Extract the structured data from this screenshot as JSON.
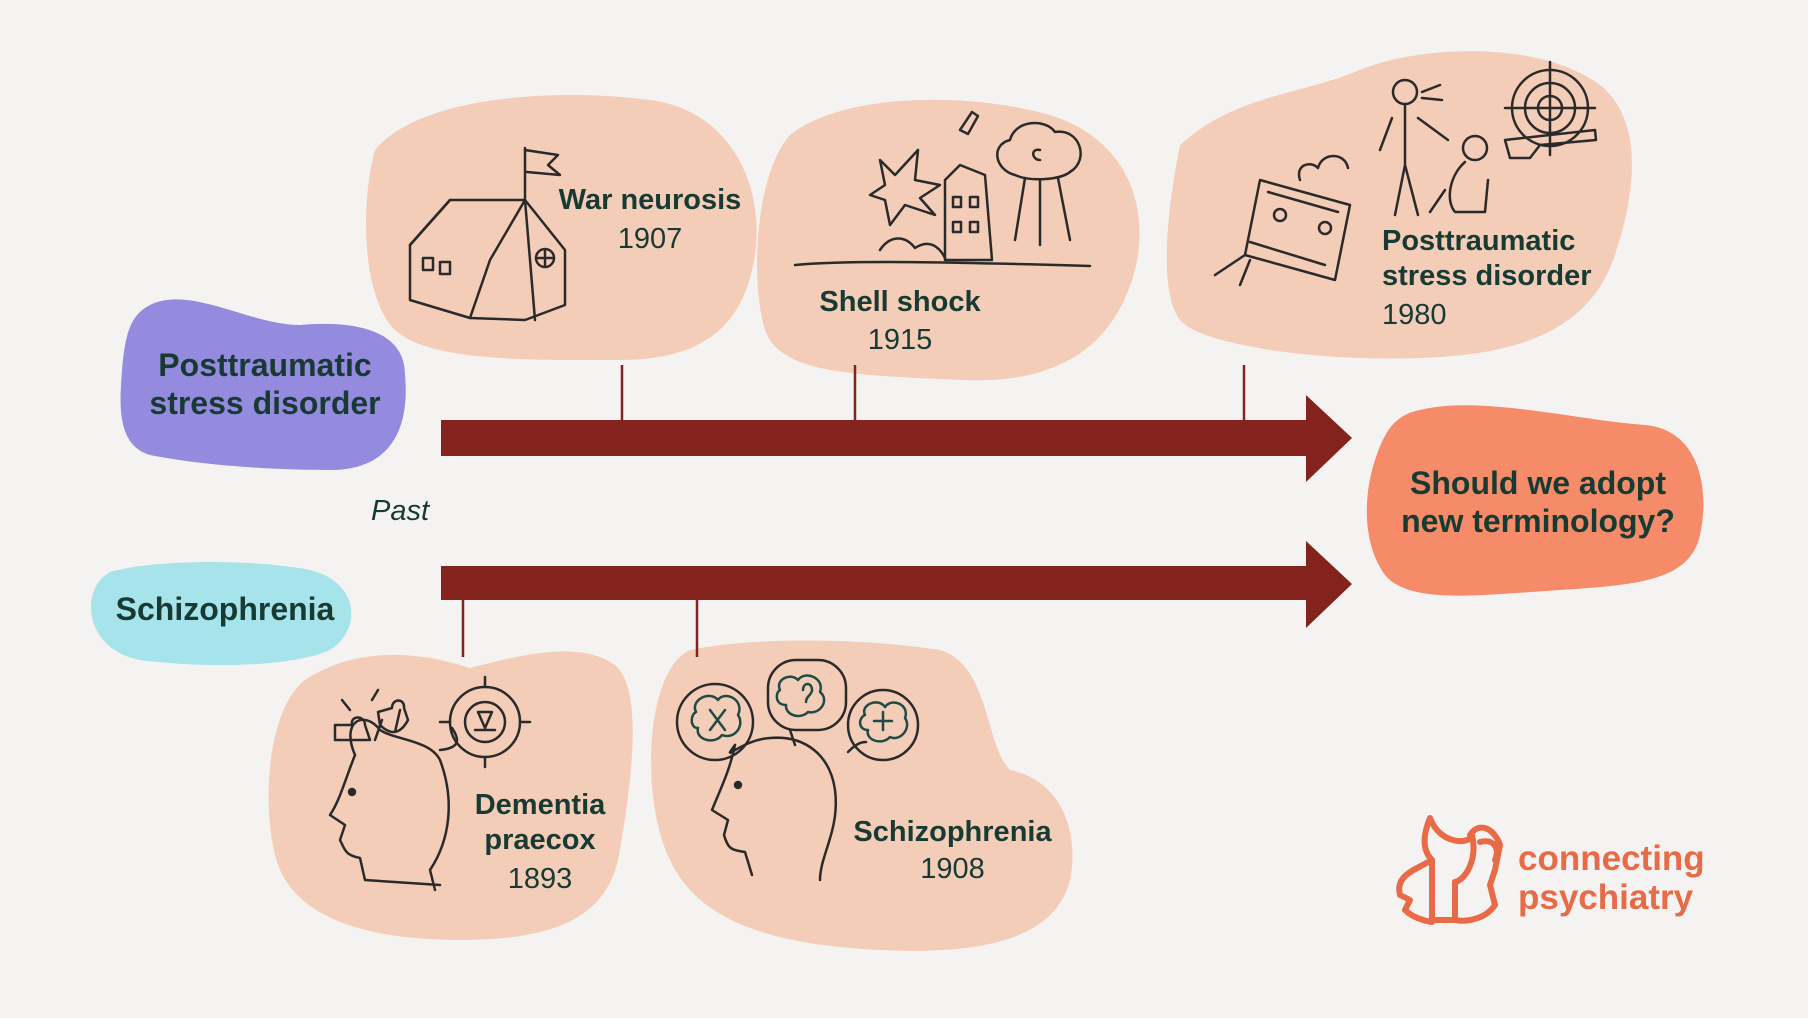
{
  "categories": {
    "ptsd": "Posttraumatic stress disorder",
    "schizophrenia": "Schizophrenia"
  },
  "past_label": "Past",
  "question": "Should we adopt new terminology?",
  "ptsd_timeline": [
    {
      "term": "War neurosis",
      "year": "1907",
      "icon": "field-hospital-tent-icon"
    },
    {
      "term": "Shell shock",
      "year": "1915",
      "icon": "bombing-ruins-icon"
    },
    {
      "term": "Posttraumatic stress disorder",
      "year": "1980",
      "icon": "trauma-events-icon"
    }
  ],
  "schizophrenia_timeline": [
    {
      "term": "Dementia praecox",
      "year": "1893",
      "icon": "head-puzzle-icon"
    },
    {
      "term": "Schizophrenia",
      "year": "1908",
      "icon": "head-brains-icon"
    }
  ],
  "brand": {
    "line1": "connecting",
    "line2": "psychiatry"
  },
  "colors": {
    "background": "#f5f3f1",
    "bubble": "#f4cdb8",
    "arrow": "#84221d",
    "ptsd_blob": "#948ade",
    "schizo_blob": "#a7e3ea",
    "question_blob": "#f58b68",
    "text": "#173a33",
    "brand": "#e86a46"
  }
}
